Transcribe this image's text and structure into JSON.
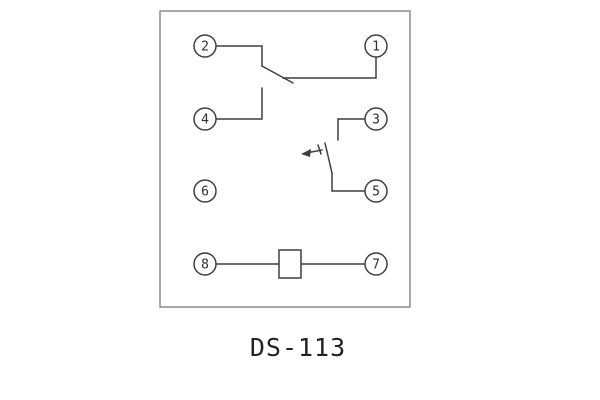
{
  "title": "DS-113",
  "diagram": {
    "description": "relay internal wiring schematic",
    "terminals": [
      {
        "label": "1"
      },
      {
        "label": "2"
      },
      {
        "label": "3"
      },
      {
        "label": "4"
      },
      {
        "label": "5"
      },
      {
        "label": "6"
      },
      {
        "label": "7"
      },
      {
        "label": "8"
      }
    ],
    "components": {
      "changeover_contact": "terminals 2-1-4",
      "make_contact": "terminals 3-5",
      "coil": "terminals 8-7"
    }
  },
  "colors": {
    "background": "#ffffff",
    "wire": "#3f3f3f",
    "outline": "#8c8c8c",
    "text": "#222222"
  }
}
